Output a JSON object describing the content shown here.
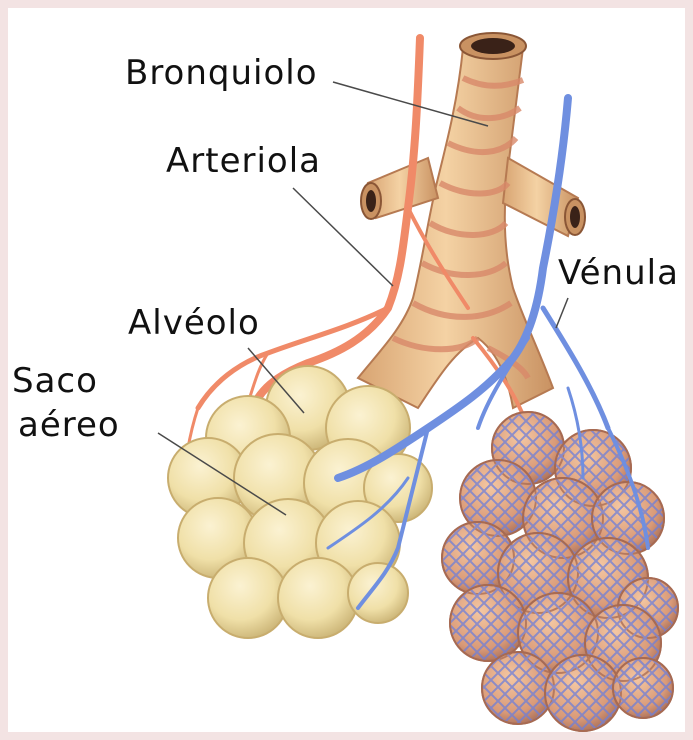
{
  "colors": {
    "background": "#f3e3e3",
    "artery": "#f08a68",
    "vein": "#6f8fe0",
    "alveolus": "#f0e0a8",
    "bronchiole": "#e8b884"
  },
  "labels": {
    "bronquiolo": "Bronquiolo",
    "arteriola": "Arteriola",
    "venula": "Vénula",
    "alveolo": "Alvéolo",
    "saco_line1": "Saco",
    "saco_line2": "aéreo"
  }
}
